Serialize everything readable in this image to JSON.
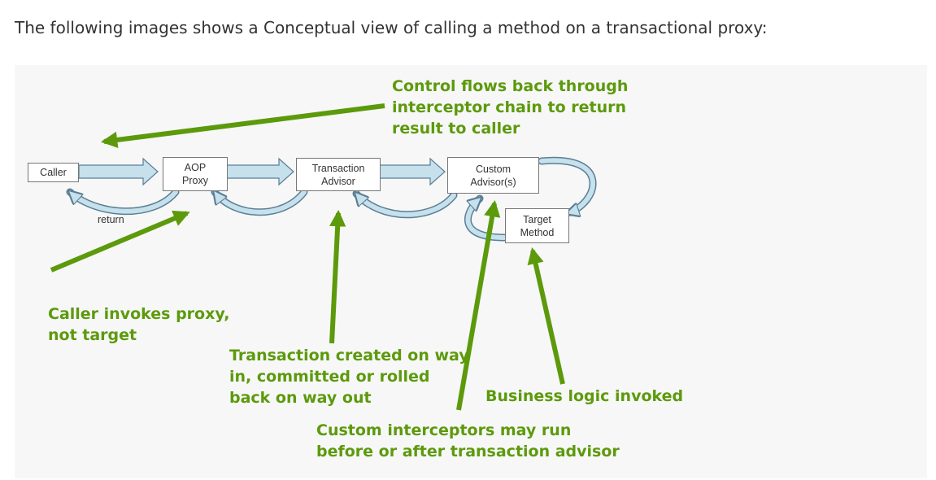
{
  "intro": "The following images shows a Conceptual view of calling a method on a transactional proxy:",
  "diagram": {
    "nodes": {
      "caller": [
        "Caller"
      ],
      "aop_proxy": [
        "AOP",
        "Proxy"
      ],
      "transaction_advisor": [
        "Transaction",
        "Advisor"
      ],
      "custom_advisors": [
        "Custom",
        "Advisor(s)"
      ],
      "target_method": [
        "Target",
        "Method"
      ]
    },
    "return_label": "return",
    "notes": {
      "control_flows": [
        "Control flows back through",
        "interceptor chain to return",
        "result to caller"
      ],
      "caller_invokes": [
        "Caller invokes proxy,",
        "not target"
      ],
      "transaction_created": [
        "Transaction created on way",
        "in, committed or rolled",
        "back on way out"
      ],
      "business_logic": [
        "Business logic invoked"
      ],
      "custom_interceptors": [
        "Custom interceptors may run",
        "before or after transaction advisor"
      ]
    },
    "colors": {
      "annotation_green": "#5c9a0c",
      "flow_arrow_fill": "#c6e0ec",
      "flow_arrow_stroke": "#5a7f95"
    }
  }
}
